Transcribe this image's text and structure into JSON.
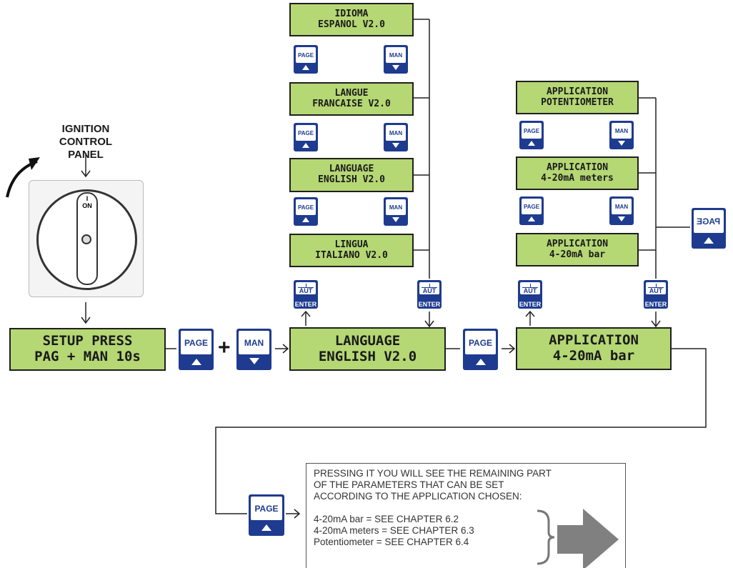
{
  "ignition": {
    "title_line1": "IGNITION",
    "title_line2": "CONTROL PANEL",
    "switch_label_top": "I",
    "switch_label_bottom": "ON"
  },
  "setup_display": {
    "line1": "SETUP PRESS",
    "line2": "PAG + MAN 10s"
  },
  "main_language_display": {
    "line1": "LANGUAGE",
    "line2": "ENGLISH V2.0"
  },
  "main_application_display": {
    "line1": "APPLICATION",
    "line2": "4-20mA bar"
  },
  "language_options": [
    {
      "line1": "IDIOMA",
      "line2": "ESPANOL V2.0"
    },
    {
      "line1": "LANGUE",
      "line2": "FRANCAISE V2.0"
    },
    {
      "line1": "LANGUAGE",
      "line2": "ENGLISH V2.0"
    },
    {
      "line1": "LINGUA",
      "line2": "ITALIANO V2.0"
    }
  ],
  "application_options": [
    {
      "line1": "APPLICATION",
      "line2": "POTENTIOMETER"
    },
    {
      "line1": "APPLICATION",
      "line2": "4-20mA meters"
    },
    {
      "line1": "APPLICATION",
      "line2": "4-20mA bar"
    }
  ],
  "buttons": {
    "page": "PAGE",
    "man": "MAN",
    "aut": "AUT",
    "enter": "ENTER",
    "page_mirrored": "PAGE",
    "plus": "+"
  },
  "info": {
    "lines": [
      "PRESSING IT YOU WILL SEE THE REMAINING PART",
      "OF THE PARAMETERS THAT CAN BE SET",
      "ACCORDING TO THE APPLICATION CHOSEN:"
    ],
    "mappings": [
      "4-20mA bar = SEE CHAPTER 6.2",
      "4-20mA meters = SEE CHAPTER 6.3",
      "Potentiometer = SEE CHAPTER 6.4"
    ]
  },
  "colors": {
    "lcd": "#b5d774",
    "button": "#1e3b8f",
    "arrow": "#808080"
  }
}
